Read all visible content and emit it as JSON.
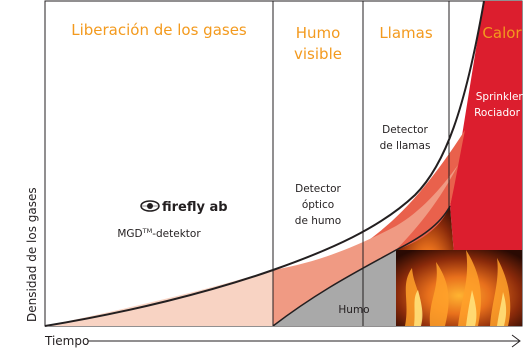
{
  "phases": {
    "gases": "Liberación de los gases",
    "humo_line1": "Humo",
    "humo_line2": "visible",
    "llamas": "Llamas",
    "calor": "Calor"
  },
  "labels": {
    "detector_optico": [
      "Detector",
      "óptico",
      "de humo"
    ],
    "detector_llamas": [
      "Detector",
      "de llamas"
    ],
    "sprinkler": [
      "Sprinkler/",
      "Rociador"
    ],
    "humo_area": "Humo",
    "mgd_main": "MGD",
    "mgd_sup": "TM",
    "mgd_suffix": "-detektor"
  },
  "logo": {
    "text": "firefly ab"
  },
  "axes": {
    "y_label": "Densidad de los gases",
    "x_label": "Tiempo"
  },
  "colors": {
    "phase_text": "#f39a1e",
    "gas_fill": "#f8d3c3",
    "humo_fill": "#f09a83",
    "llamas_fill": "#e9614c",
    "calor_fill": "#dc1e2e",
    "humo_grey": "#a9a9a9"
  }
}
